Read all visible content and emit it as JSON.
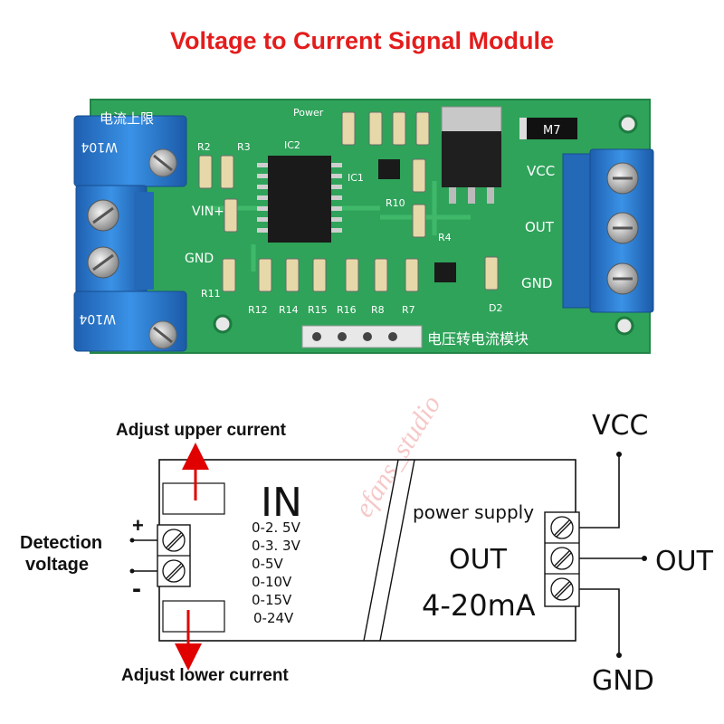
{
  "title": "Voltage to Current Signal Module",
  "board": {
    "labels": {
      "top_left_cn": "电流上限",
      "power": "Power",
      "vin_plus": "VIN+",
      "gnd_left": "GND",
      "vcc": "VCC",
      "out": "OUT",
      "gnd_right": "GND",
      "bottom_cn": "电压转电流模块",
      "m7": "M7",
      "d2": "D2",
      "r2": "R2",
      "r3": "R3",
      "ic2": "IC2",
      "ic1": "IC1",
      "r10": "R10",
      "r4": "R4",
      "r11": "R11",
      "r12": "R12",
      "r14": "R14",
      "r15": "R15",
      "r16": "R16",
      "r8": "R8",
      "r7": "R7",
      "pot": "W104"
    },
    "watermark": "efans_studio"
  },
  "diagram": {
    "adjust_upper": "Adjust upper current",
    "adjust_lower": "Adjust lower current",
    "detection_line1": "Detection",
    "detection_line2": "voltage",
    "plus": "+",
    "minus": "-",
    "in_label": "IN",
    "ranges": [
      "0-2. 5V",
      "0-3. 3V",
      "0-5V",
      "0-10V",
      "0-15V",
      "0-24V"
    ],
    "power_supply": "power supply",
    "out_center": "OUT",
    "out_range": "4-20mA",
    "vcc": "VCC",
    "out_right": "OUT",
    "gnd": "GND"
  },
  "colors": {
    "title": "#e41c1c",
    "pcb": "#2fa35a",
    "terminal": "#2a7fd0",
    "arrow": "#e00000"
  }
}
